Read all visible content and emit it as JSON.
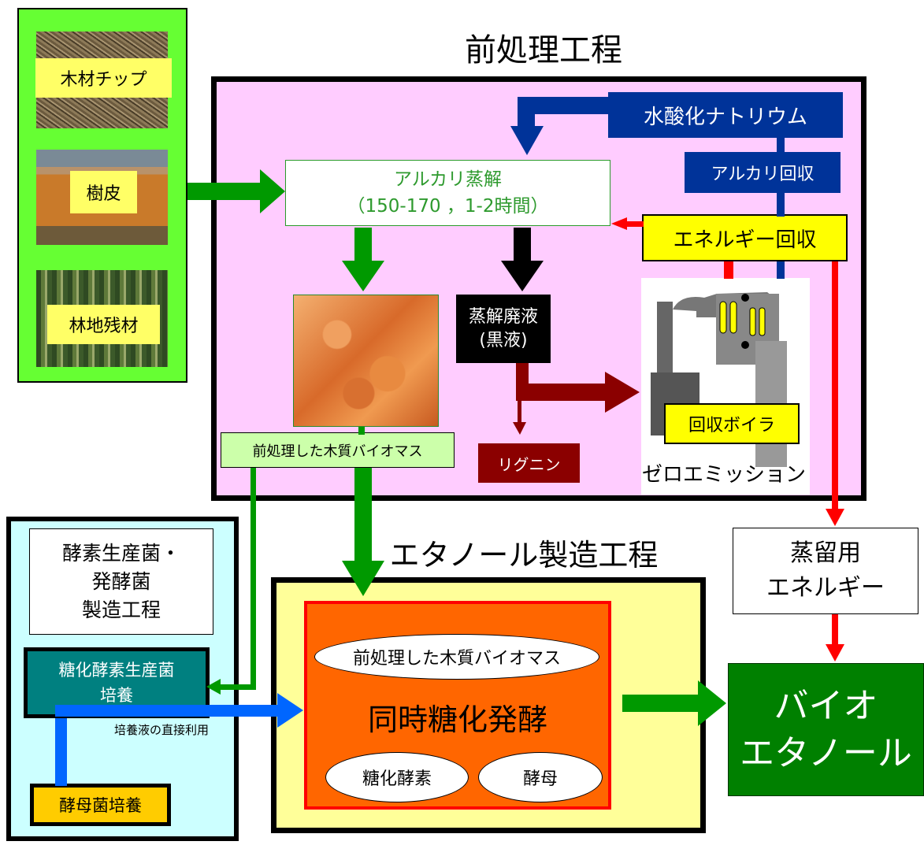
{
  "feedstock": {
    "items": [
      "木材チップ",
      "樹皮",
      "林地残材"
    ]
  },
  "pretreatment": {
    "title": "前処理工程",
    "alkaline_cooking_line1": "アルカリ蒸解",
    "alkaline_cooking_line2": "（150-170 ，1-2時間）",
    "naoh": "水酸化ナトリウム",
    "alkali_recovery": "アルカリ回収",
    "energy_recovery": "エネルギー回収",
    "pretreated_biomass": "前処理した木質バイオマス",
    "black_liquor_line1": "蒸解廃液",
    "black_liquor_line2": "(黒液)",
    "lignin": "リグニン",
    "recovery_boiler": "回収ボイラ",
    "zero_emission": "ゼロエミッション"
  },
  "enzyme_panel": {
    "title_line1": "酵素生産菌・",
    "title_line2": "発酵菌",
    "title_line3": "製造工程",
    "culture_line1": "糖化酵素生産菌",
    "culture_line2": "培養",
    "direct_use": "培養液の直接利用",
    "yeast_culture": "酵母菌培養"
  },
  "ethanol": {
    "title": "エタノール製造工程",
    "pretreated_biomass": "前処理した木質バイオマス",
    "ssf": "同時糖化発酵",
    "enzyme": "糖化酵素",
    "yeast": "酵母"
  },
  "distillation": {
    "line1": "蒸留用",
    "line2": "エネルギー"
  },
  "bioethanol": {
    "line1": "バイオ",
    "line2": "エタノール"
  },
  "colors": {
    "green_arrow": "#009900",
    "blue_arrow": "#003399",
    "red_arrow": "#ff0000",
    "darkred_arrow": "#8b0000",
    "light_blue_arrow": "#0066ff"
  }
}
